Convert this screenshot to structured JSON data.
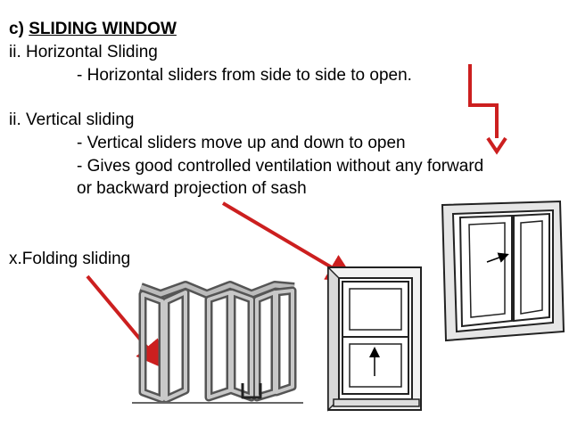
{
  "heading": {
    "prefix": "c) ",
    "title": "SLIDING WINDOW"
  },
  "section_horizontal": {
    "label": "ii.   Horizontal Sliding",
    "bullet": "- Horizontal sliders from side to side to open."
  },
  "section_vertical": {
    "label": "ii.   Vertical sliding",
    "bullet1": "- Vertical sliders move up and down to open",
    "bullet2_line1": "- Gives good controlled ventilation without any   forward",
    "bullet2_line2": "or backward projection of sash"
  },
  "section_folding": {
    "label": "x.Folding sliding"
  },
  "figures": [
    "folding-window-illustration",
    "vertical-sash-window-illustration",
    "horizontal-sliding-window-illustration"
  ],
  "colors": {
    "arrow": "#cc1f1f",
    "text": "#000000"
  }
}
